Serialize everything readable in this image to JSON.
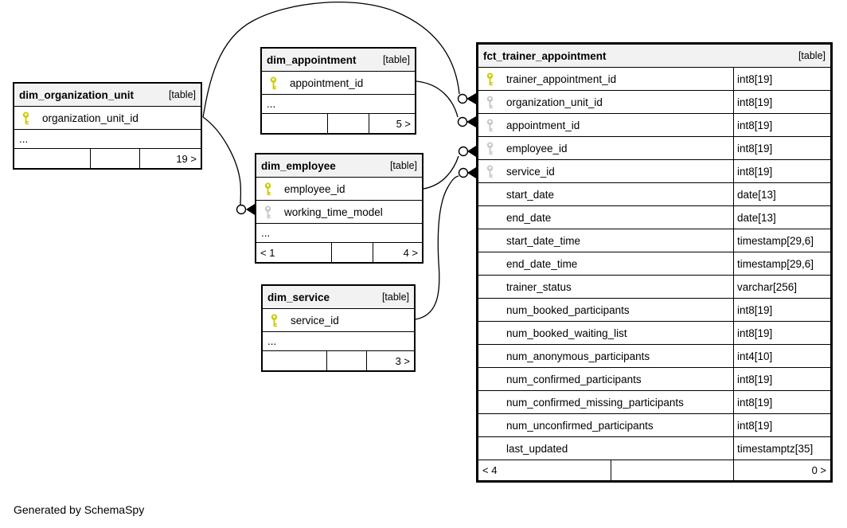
{
  "diagram": {
    "footer_note": "Generated by SchemaSpy",
    "primary_key_color": "#cccc00",
    "foreign_key_color": "#c8c8c8"
  },
  "tables": [
    {
      "id": "dim_organization_unit",
      "name": "dim_organization_unit",
      "tag": "[table]",
      "columns": [
        {
          "name": "organization_unit_id",
          "key": "primary",
          "type": ""
        }
      ],
      "ellipsis": "...",
      "footer": {
        "left": "",
        "middle": "",
        "right": "19 >"
      }
    },
    {
      "id": "dim_appointment",
      "name": "dim_appointment",
      "tag": "[table]",
      "columns": [
        {
          "name": "appointment_id",
          "key": "primary",
          "type": ""
        }
      ],
      "ellipsis": "...",
      "footer": {
        "left": "",
        "middle": "",
        "right": "5 >"
      }
    },
    {
      "id": "dim_employee",
      "name": "dim_employee",
      "tag": "[table]",
      "columns": [
        {
          "name": "employee_id",
          "key": "primary",
          "type": ""
        },
        {
          "name": "working_time_model",
          "key": "foreign",
          "type": ""
        }
      ],
      "ellipsis": "...",
      "footer": {
        "left": "< 1",
        "middle": "",
        "right": "4 >"
      }
    },
    {
      "id": "dim_service",
      "name": "dim_service",
      "tag": "[table]",
      "columns": [
        {
          "name": "service_id",
          "key": "primary",
          "type": ""
        }
      ],
      "ellipsis": "...",
      "footer": {
        "left": "",
        "middle": "",
        "right": "3 >"
      }
    },
    {
      "id": "fct_trainer_appointment",
      "name": "fct_trainer_appointment",
      "tag": "[table]",
      "columns": [
        {
          "name": "trainer_appointment_id",
          "key": "primary",
          "type": "int8[19]"
        },
        {
          "name": "organization_unit_id",
          "key": "foreign",
          "type": "int8[19]"
        },
        {
          "name": "appointment_id",
          "key": "foreign",
          "type": "int8[19]"
        },
        {
          "name": "employee_id",
          "key": "foreign",
          "type": "int8[19]"
        },
        {
          "name": "service_id",
          "key": "foreign",
          "type": "int8[19]"
        },
        {
          "name": "start_date",
          "key": "none",
          "type": "date[13]"
        },
        {
          "name": "end_date",
          "key": "none",
          "type": "date[13]"
        },
        {
          "name": "start_date_time",
          "key": "none",
          "type": "timestamp[29,6]"
        },
        {
          "name": "end_date_time",
          "key": "none",
          "type": "timestamp[29,6]"
        },
        {
          "name": "trainer_status",
          "key": "none",
          "type": "varchar[256]"
        },
        {
          "name": "num_booked_participants",
          "key": "none",
          "type": "int8[19]"
        },
        {
          "name": "num_booked_waiting_list",
          "key": "none",
          "type": "int8[19]"
        },
        {
          "name": "num_anonymous_participants",
          "key": "none",
          "type": "int4[10]"
        },
        {
          "name": "num_confirmed_participants",
          "key": "none",
          "type": "int8[19]"
        },
        {
          "name": "num_confirmed_missing_participants",
          "key": "none",
          "type": "int8[19]"
        },
        {
          "name": "num_unconfirmed_participants",
          "key": "none",
          "type": "int8[19]"
        },
        {
          "name": "last_updated",
          "key": "none",
          "type": "timestamptz[35]"
        }
      ],
      "ellipsis": null,
      "footer": {
        "left": "< 4",
        "middle": "",
        "right": "0 >"
      }
    }
  ],
  "relationships": [
    {
      "from": "dim_organization_unit.organization_unit_id",
      "to": "fct_trainer_appointment.organization_unit_id"
    },
    {
      "from": "dim_organization_unit.organization_unit_id",
      "to": "dim_employee.working_time_model"
    },
    {
      "from": "dim_appointment.appointment_id",
      "to": "fct_trainer_appointment.appointment_id"
    },
    {
      "from": "dim_employee.employee_id",
      "to": "fct_trainer_appointment.employee_id"
    },
    {
      "from": "dim_service.service_id",
      "to": "fct_trainer_appointment.service_id"
    }
  ]
}
